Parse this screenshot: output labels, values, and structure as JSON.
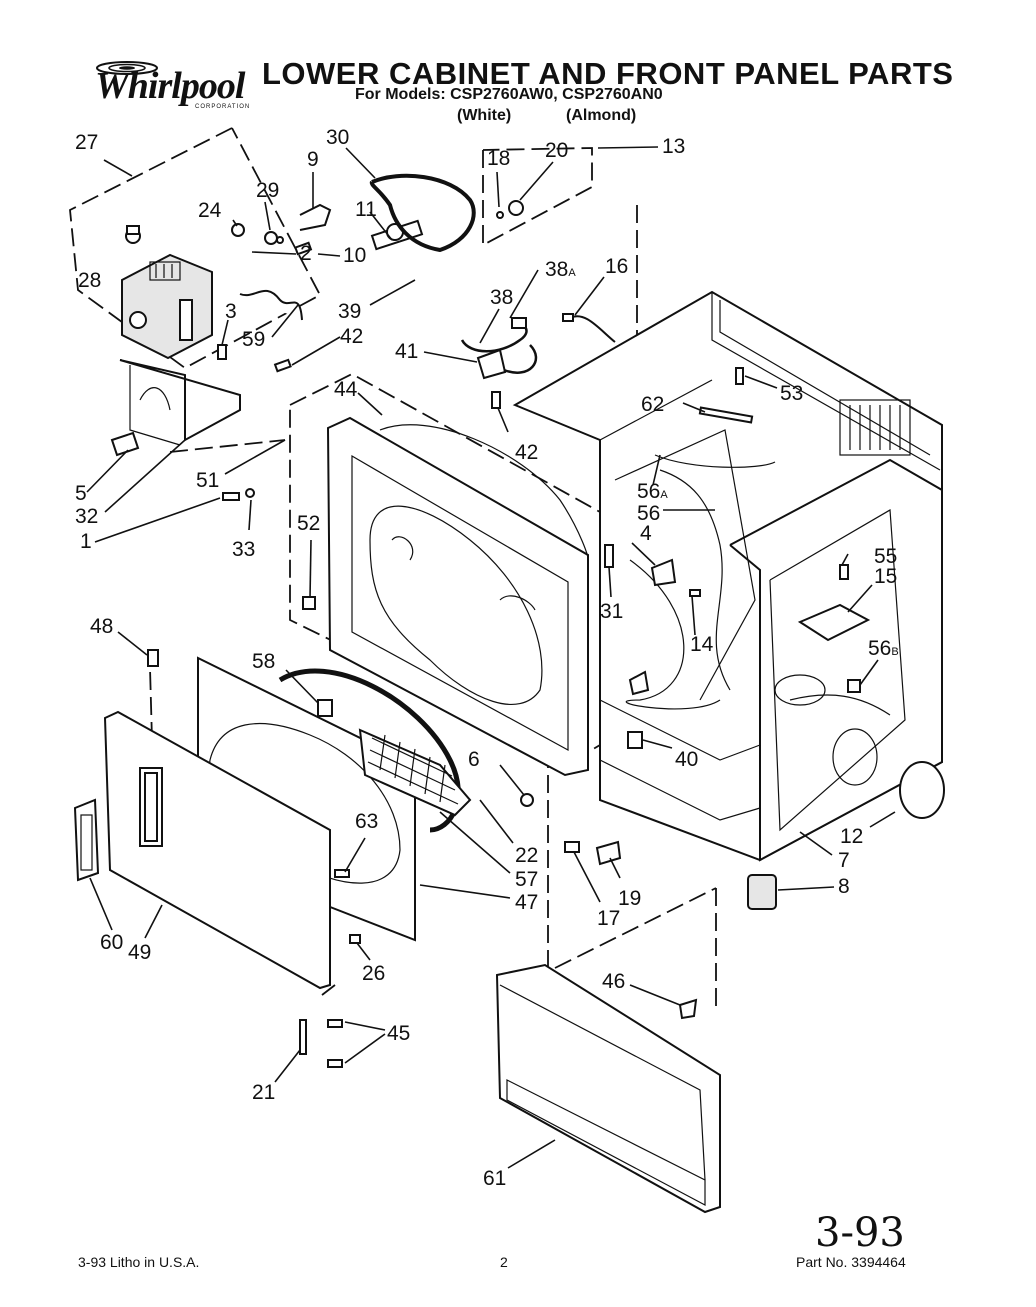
{
  "header": {
    "brand": "Whirlpool",
    "brand_sub": "CORPORATION",
    "title": "LOWER CABINET AND FRONT PANEL PARTS",
    "models_line": "For Models: CSP2760AW0, CSP2760AN0",
    "color_white": "(White)",
    "color_almond": "(Almond)"
  },
  "footer": {
    "left": "3-93  Litho in U.S.A.",
    "page": "2",
    "part_no": "Part No. 3394464",
    "handwritten_date": "3-93"
  },
  "callouts": [
    {
      "id": "27",
      "label": "27"
    },
    {
      "id": "30",
      "label": "30"
    },
    {
      "id": "9",
      "label": "9"
    },
    {
      "id": "18",
      "label": "18"
    },
    {
      "id": "20",
      "label": "20"
    },
    {
      "id": "13",
      "label": "13"
    },
    {
      "id": "29",
      "label": "29"
    },
    {
      "id": "24",
      "label": "24"
    },
    {
      "id": "11",
      "label": "11"
    },
    {
      "id": "2",
      "label": "2"
    },
    {
      "id": "10",
      "label": "10"
    },
    {
      "id": "28",
      "label": "28"
    },
    {
      "id": "38A",
      "label": "38",
      "sub": "A"
    },
    {
      "id": "16",
      "label": "16"
    },
    {
      "id": "38",
      "label": "38"
    },
    {
      "id": "39",
      "label": "39"
    },
    {
      "id": "3",
      "label": "3"
    },
    {
      "id": "42a",
      "label": "42"
    },
    {
      "id": "59",
      "label": "59"
    },
    {
      "id": "41",
      "label": "41"
    },
    {
      "id": "44",
      "label": "44"
    },
    {
      "id": "62",
      "label": "62"
    },
    {
      "id": "53",
      "label": "53"
    },
    {
      "id": "42b",
      "label": "42"
    },
    {
      "id": "5",
      "label": "5"
    },
    {
      "id": "51",
      "label": "51"
    },
    {
      "id": "56A",
      "label": "56",
      "sub": "A"
    },
    {
      "id": "32",
      "label": "32"
    },
    {
      "id": "56",
      "label": "56"
    },
    {
      "id": "1",
      "label": "1"
    },
    {
      "id": "33",
      "label": "33"
    },
    {
      "id": "52",
      "label": "52"
    },
    {
      "id": "4",
      "label": "4"
    },
    {
      "id": "55",
      "label": "55"
    },
    {
      "id": "15",
      "label": "15"
    },
    {
      "id": "31",
      "label": "31"
    },
    {
      "id": "48",
      "label": "48"
    },
    {
      "id": "14",
      "label": "14"
    },
    {
      "id": "56B",
      "label": "56",
      "sub": "B"
    },
    {
      "id": "58",
      "label": "58"
    },
    {
      "id": "40",
      "label": "40"
    },
    {
      "id": "6",
      "label": "6"
    },
    {
      "id": "63",
      "label": "63"
    },
    {
      "id": "22",
      "label": "22"
    },
    {
      "id": "12",
      "label": "12"
    },
    {
      "id": "57",
      "label": "57"
    },
    {
      "id": "7",
      "label": "7"
    },
    {
      "id": "47",
      "label": "47"
    },
    {
      "id": "19",
      "label": "19"
    },
    {
      "id": "8",
      "label": "8"
    },
    {
      "id": "17",
      "label": "17"
    },
    {
      "id": "60",
      "label": "60"
    },
    {
      "id": "49",
      "label": "49"
    },
    {
      "id": "26",
      "label": "26"
    },
    {
      "id": "46",
      "label": "46"
    },
    {
      "id": "45",
      "label": "45"
    },
    {
      "id": "21",
      "label": "21"
    },
    {
      "id": "61",
      "label": "61"
    }
  ]
}
